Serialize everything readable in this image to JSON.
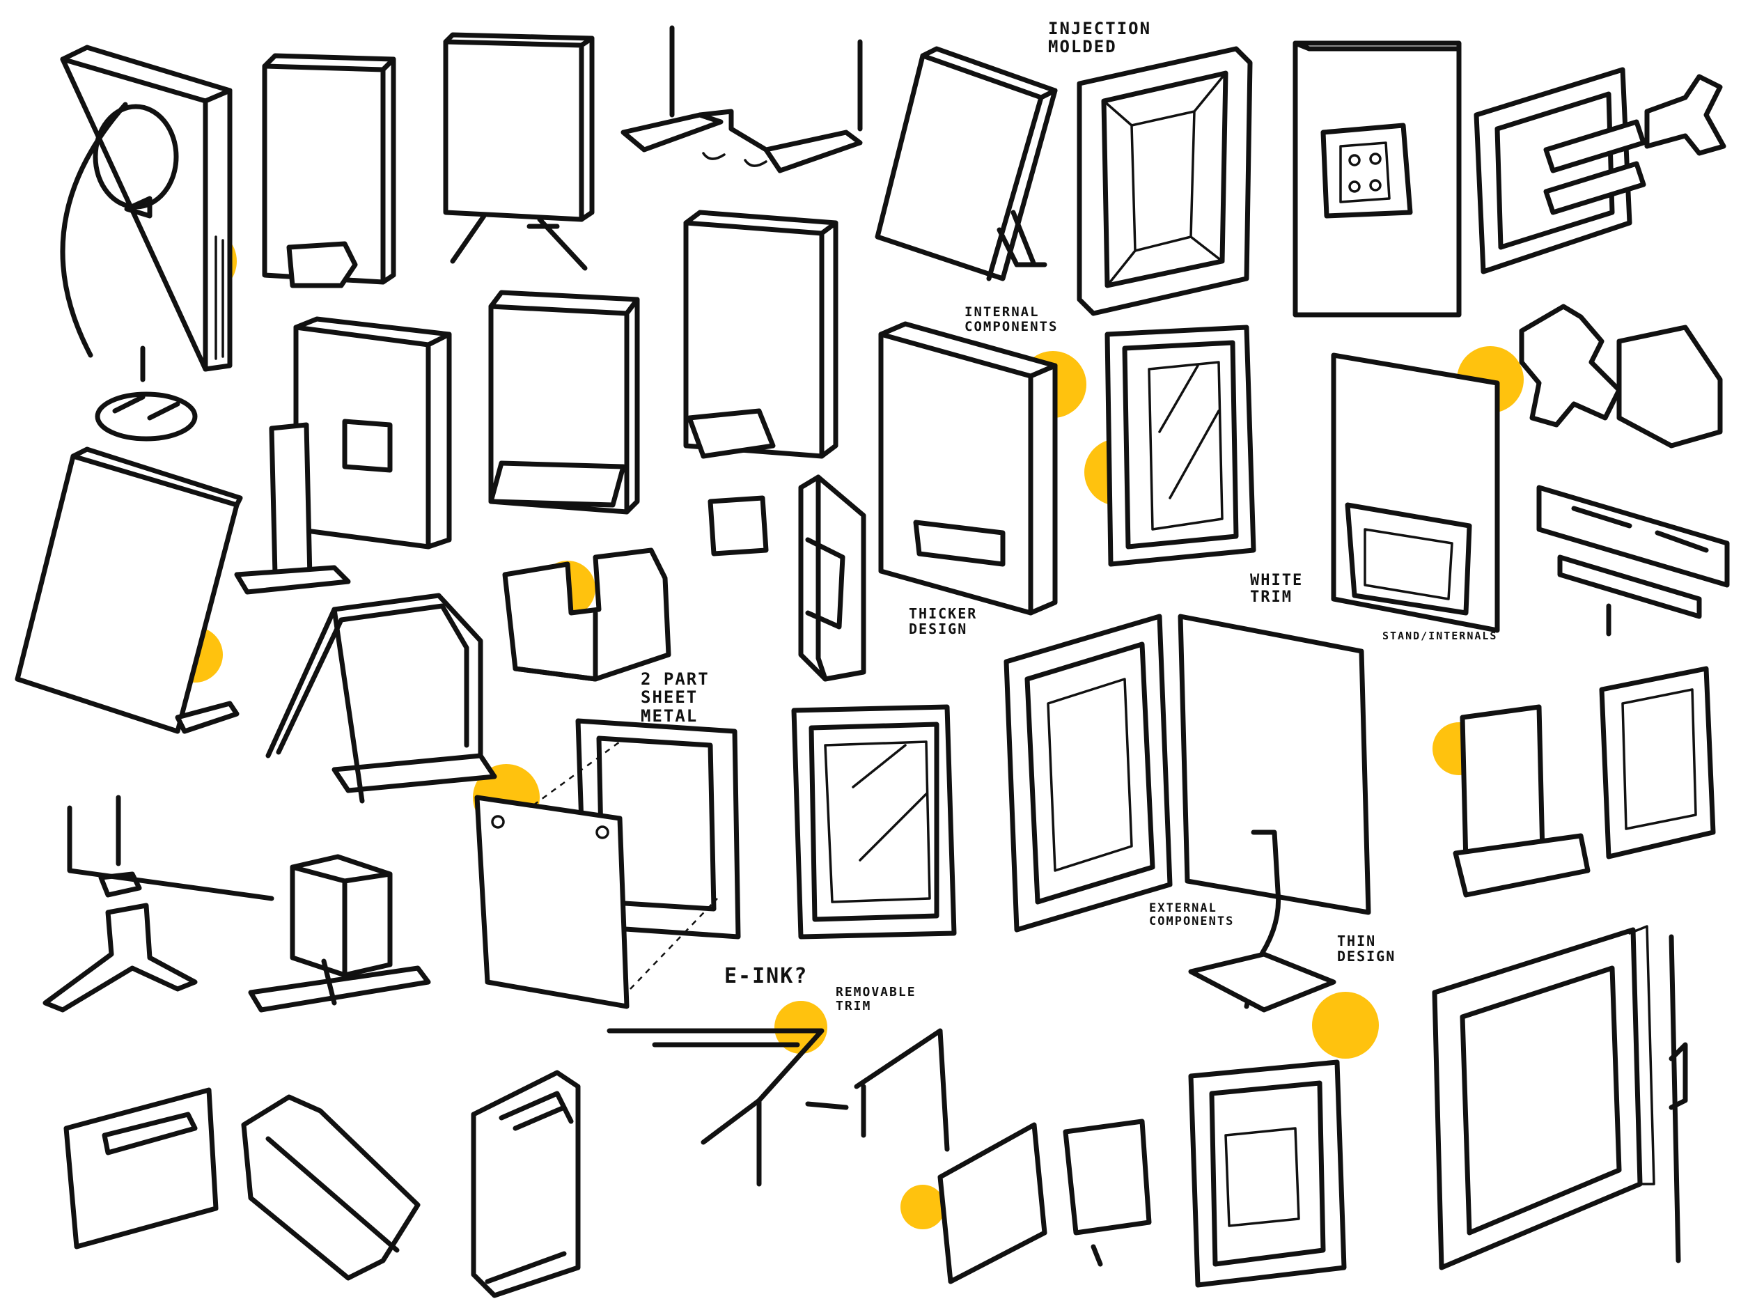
{
  "sheet": {
    "highlight_color": "#FFC20E",
    "ink_color": "#111111",
    "paper_color": "#FFFFFF",
    "annotations": {
      "injection_molded": "INJECTION\nMOLDED",
      "internal_components": "INTERNAL\nCOMPONENTS",
      "white_trim": "WHITE\nTRIM",
      "thicker_design": "THICKER\nDESIGN",
      "stand_internals": "STAND/INTERNALS",
      "two_part_sheet_metal": "2 PART\nSHEET\nMETAL",
      "e_ink": "E-INK?",
      "removable_trim": "REMOVABLE\nTRIM",
      "external_components": "EXTERNAL\nCOMPONENTS",
      "thin_design": "THIN\nDESIGN"
    }
  }
}
